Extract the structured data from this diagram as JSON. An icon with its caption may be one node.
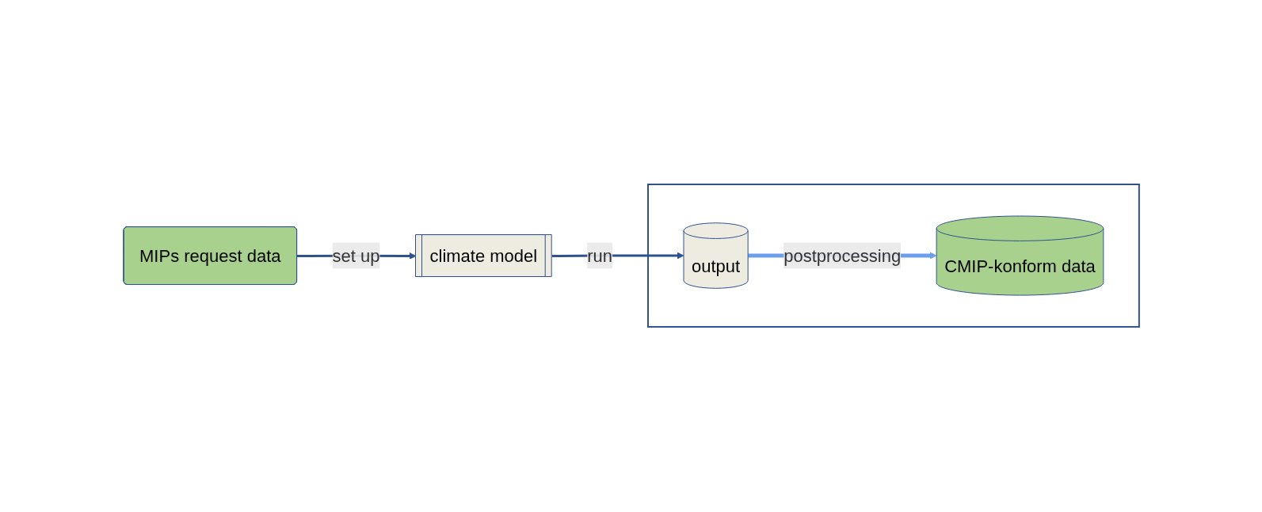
{
  "diagram": {
    "nodes": [
      {
        "text": [
          "MIPs request data"
        ]
      },
      {
        "text": [
          "climate model"
        ]
      },
      {
        "text": [],
        "shape": "box"
      },
      {
        "text": [
          "output"
        ],
        "in": 2
      },
      {
        "text": [
          "CMIP-konform data"
        ],
        "in": 2
      }
    ],
    "edges": [
      {
        "from": 0,
        "to": 1,
        "arrow": "to",
        "label": "set up"
      },
      {
        "from": 1,
        "to": 3,
        "arrow": "to",
        "label": "run"
      },
      {
        "from": 3,
        "to": 4,
        "arrow": "to",
        "label": "postprocessing",
        "color": "#6d9eeb"
      }
    ]
  }
}
